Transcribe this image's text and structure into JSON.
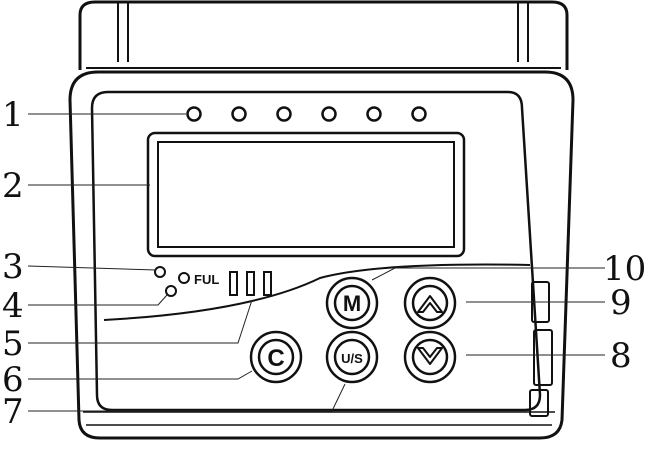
{
  "callouts": {
    "c1": "1",
    "c2": "2",
    "c3": "3",
    "c4": "4",
    "c5": "5",
    "c6": "6",
    "c7": "7",
    "c8": "8",
    "c9": "9",
    "c10": "10"
  },
  "buttons": {
    "m": "M",
    "c": "C",
    "us": "U/S"
  },
  "labels": {
    "ful": "FUL"
  }
}
